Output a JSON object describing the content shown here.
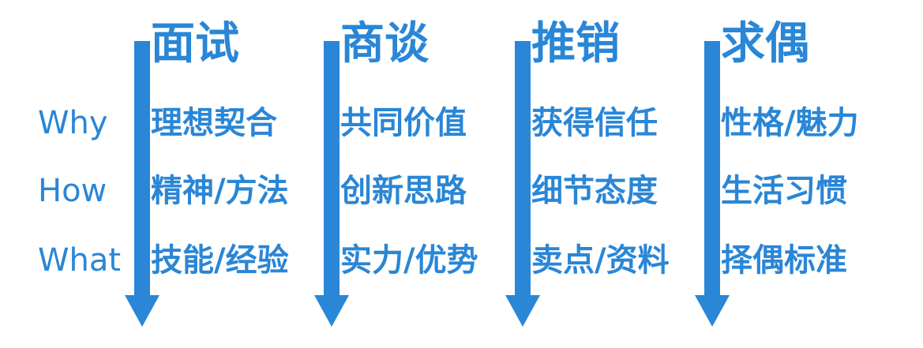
{
  "colors": {
    "primary": "#2a86d6",
    "background": "#ffffff"
  },
  "row_labels": [
    "Why",
    "How",
    "What"
  ],
  "columns": [
    {
      "title": "面试",
      "cells": [
        "理想契合",
        "精神/方法",
        "技能/经验"
      ]
    },
    {
      "title": "商谈",
      "cells": [
        "共同价值",
        "创新思路",
        "实力/优势"
      ]
    },
    {
      "title": "推销",
      "cells": [
        "获得信任",
        "细节态度",
        "卖点/资料"
      ]
    },
    {
      "title": "求偶",
      "cells": [
        "性格/魅力",
        "生活习惯",
        "择偶标准"
      ]
    }
  ]
}
